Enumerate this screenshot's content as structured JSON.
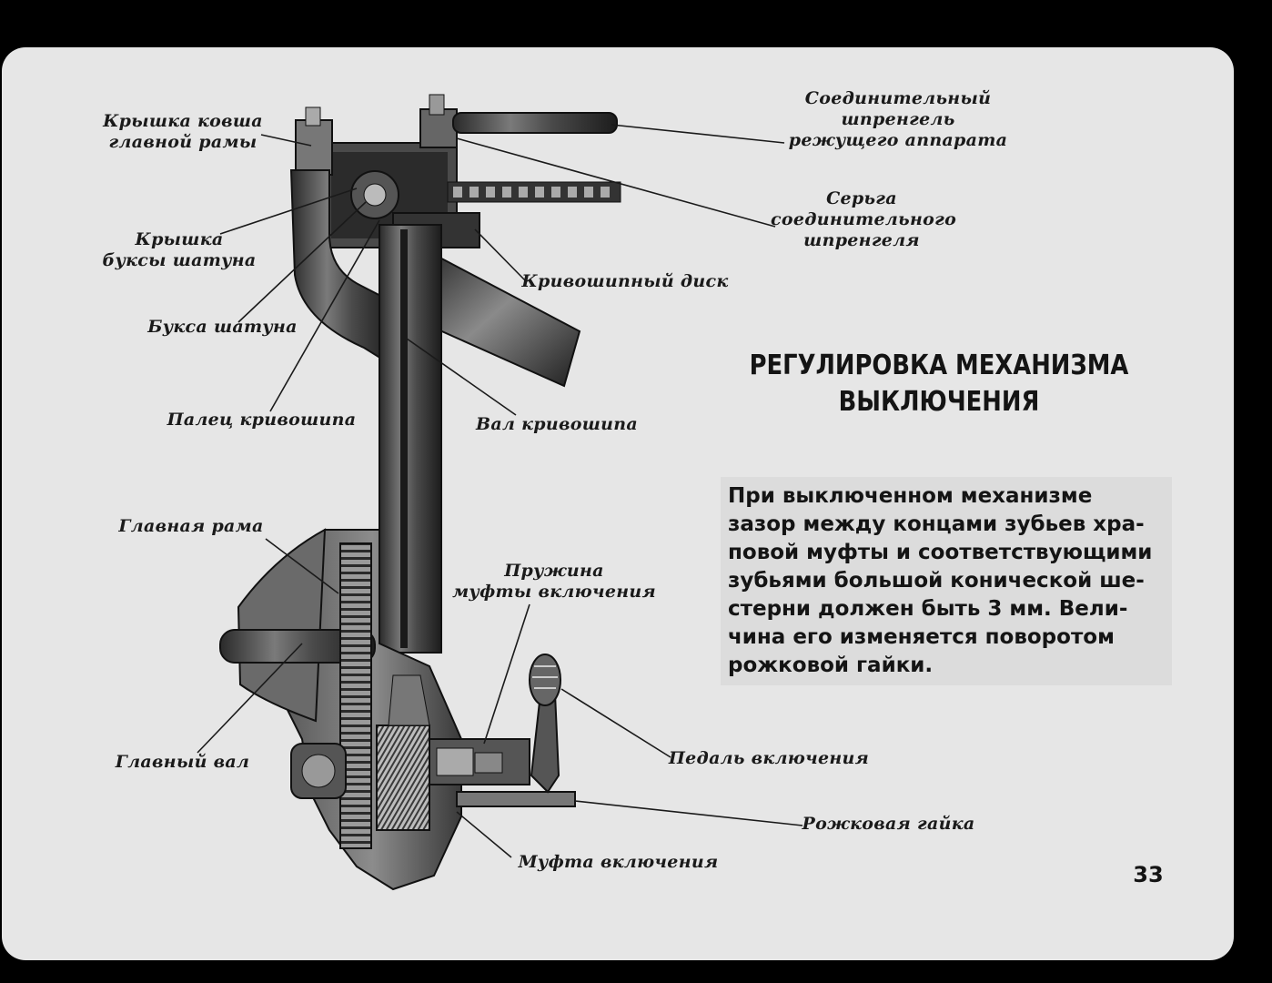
{
  "title": [
    "РЕГУЛИРОВКА МЕХАНИЗМА",
    "ВЫКЛЮЧЕНИЯ"
  ],
  "body_lines": [
    "При выключенном механизме",
    "зазор между концами зубьев хра-",
    "повой муфты и соответствующими",
    "зубьями большой конической ше-",
    "стерни должен быть 3 мм. Вели-",
    "чина его изменяется поворотом",
    "рожковой гайки."
  ],
  "page_number": "33",
  "labels": {
    "cover_main_frame": [
      "Крышка ковша",
      "главной рамы"
    ],
    "connecting_bar": [
      "Соединительный",
      "шпренгель",
      "режущего аппарата"
    ],
    "earring": [
      "Серьга",
      "соединительного",
      "шпренгеля"
    ],
    "rod_bushing_cover": [
      "Крышка",
      "буксы шатуна"
    ],
    "crank_disc": [
      "Кривошипный диск"
    ],
    "rod_bushing": [
      "Букса шатуна"
    ],
    "crank_pin": [
      "Палец кривошипа"
    ],
    "crank_shaft": [
      "Вал кривошипа"
    ],
    "main_frame": [
      "Главная рама"
    ],
    "clutch_spring": [
      "Пружина",
      "муфты включения"
    ],
    "main_shaft": [
      "Главный вал"
    ],
    "pedal": [
      "Педаль включения"
    ],
    "horn_nut": [
      "Рожковая гайка"
    ],
    "clutch": [
      "Муфта включения"
    ]
  }
}
